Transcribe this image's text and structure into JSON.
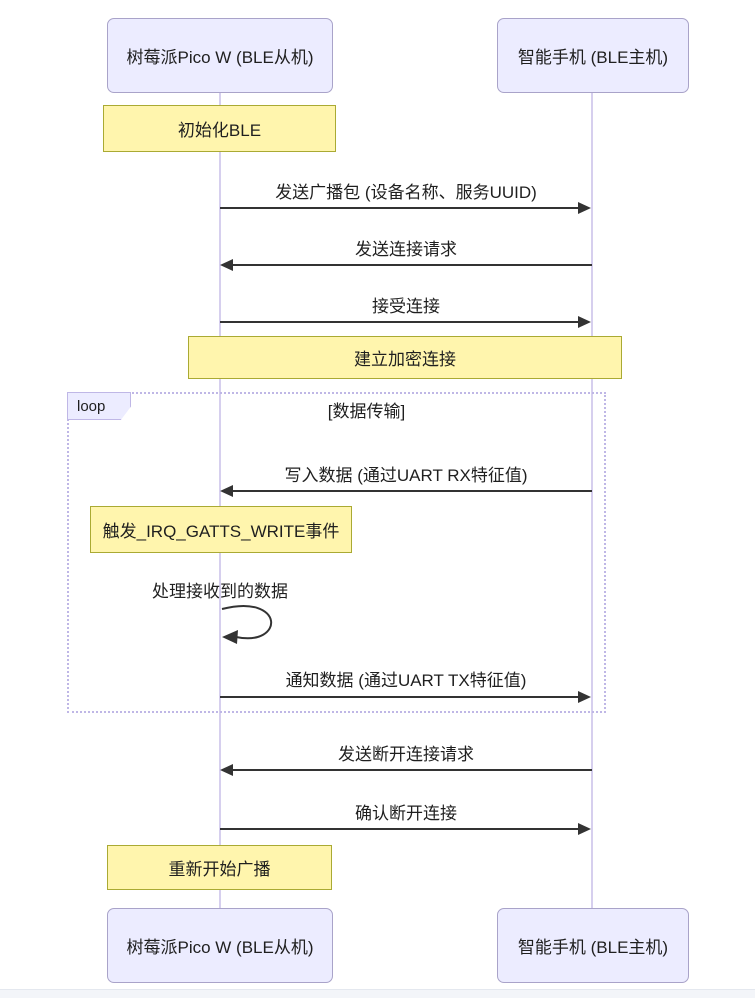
{
  "diagram_type": "sequence-diagram",
  "participants": {
    "left": "树莓派Pico W (BLE从机)",
    "right": "智能手机 (BLE主机)"
  },
  "notes": {
    "init": "初始化BLE",
    "encrypt": "建立加密连接",
    "irq": "触发_IRQ_GATTS_WRITE事件",
    "rebroadcast": "重新开始广播"
  },
  "loop": {
    "label": "loop",
    "title": "[数据传输]"
  },
  "messages": {
    "advertise": "发送广播包 (设备名称、服务UUID)",
    "connect_request": "发送连接请求",
    "accept_connection": "接受连接",
    "write_data": "写入数据 (通过UART RX特征值)",
    "process_data": "处理接收到的数据",
    "notify_data": "通知数据 (通过UART TX特征值)",
    "disconnect_request": "发送断开连接请求",
    "confirm_disconnect": "确认断开连接"
  },
  "colors": {
    "actor_fill": "#ECECFF",
    "actor_border": "#a9a3c9",
    "note_fill": "#FFF5AD",
    "note_border": "#AAAA33",
    "lifeline": "#d6cfee",
    "arrow": "#333333",
    "loop_border": "#bfb7e6",
    "text": "#1f1f1f",
    "footer_strip": "#f3f5f9"
  }
}
